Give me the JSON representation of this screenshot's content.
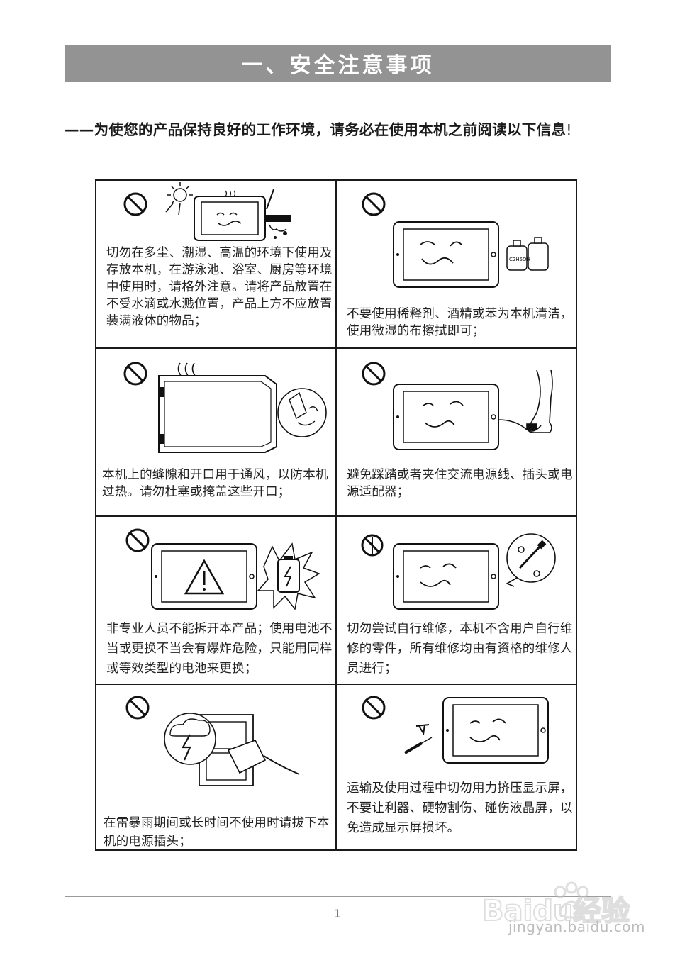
{
  "title": "一、安全注意事项",
  "intro": {
    "text": "——为使您的产品保持良好的工作环境，请务必在使用本机之前阅读以下信息",
    "suffix": "!"
  },
  "items": [
    {
      "caption": "切勿在多尘、潮湿、高温的环境下使用及存放本机，在游泳池、浴室、厨房等环境中使用时，请格外注意。请将产品放置在不受水滴或水溅位置，产品上方不应放置装满液体的物品；"
    },
    {
      "caption": "不要使用稀释剂、酒精或苯为本机清洁，使用微湿的布擦拭即可；",
      "bottle_label": "C2H5OH"
    },
    {
      "caption": "本机上的缝隙和开口用于通风，以防本机过热。请勿杜塞或掩盖这些开口；"
    },
    {
      "caption": "避免踩踏或者夹住交流电源线、插头或电源适配器；"
    },
    {
      "caption": "非专业人员不能拆开本产品；使用电池不当或更换不当会有爆炸危险，只能用同样或等效类型的电池来更换；"
    },
    {
      "caption": "切勿尝试自行维修，本机不含用户自行维修的零件，所有维修均由有资格的维修人员进行；"
    },
    {
      "caption": "在雷暴雨期间或长时间不使用时请拔下本机的电源插头；"
    },
    {
      "caption": "运输及使用过程中切勿用力挤压显示屏，不要让利器、硬物割伤、碰伤液晶屏，以免造成显示屏损坏。"
    }
  ],
  "page_number": "1",
  "watermark": {
    "logo": "Baidu经验",
    "url": "jingyan.baidu.com"
  }
}
